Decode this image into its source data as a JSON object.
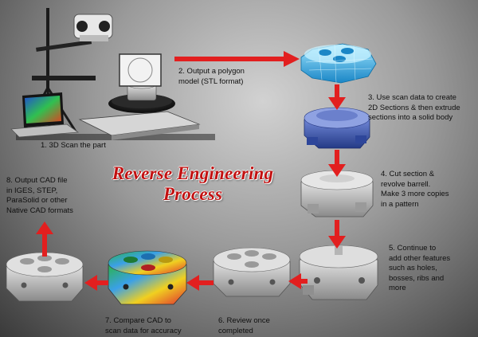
{
  "title": "Reverse Engineering Process",
  "colors": {
    "arrow": "#e21f1f",
    "title_red": "#c21010",
    "part_gray": "#bdbdbd",
    "wireframe_blue": "#2aa8e0",
    "solid_blue": "#3a57b0"
  },
  "steps": [
    {
      "lines": [
        "1. 3D Scan the part"
      ]
    },
    {
      "lines": [
        "2. Output a polygon",
        "model (STL format)"
      ]
    },
    {
      "lines": [
        "3. Use scan data to create",
        "2D Sections & then extrude",
        "sections into a solid body"
      ]
    },
    {
      "lines": [
        "4. Cut section &",
        "revolve barrell.",
        "Make 3 more copies",
        "in a pattern"
      ]
    },
    {
      "lines": [
        "5. Continue to",
        "add other features",
        "such as holes,",
        "bosses, ribs and",
        "more"
      ]
    },
    {
      "lines": [
        "6. Review once",
        "completed"
      ]
    },
    {
      "lines": [
        "7. Compare CAD to",
        "scan data for accuracy"
      ]
    },
    {
      "lines": [
        "8. Output CAD file",
        "in IGES, STEP,",
        "ParaSolid or other",
        "Native CAD formats"
      ]
    }
  ]
}
